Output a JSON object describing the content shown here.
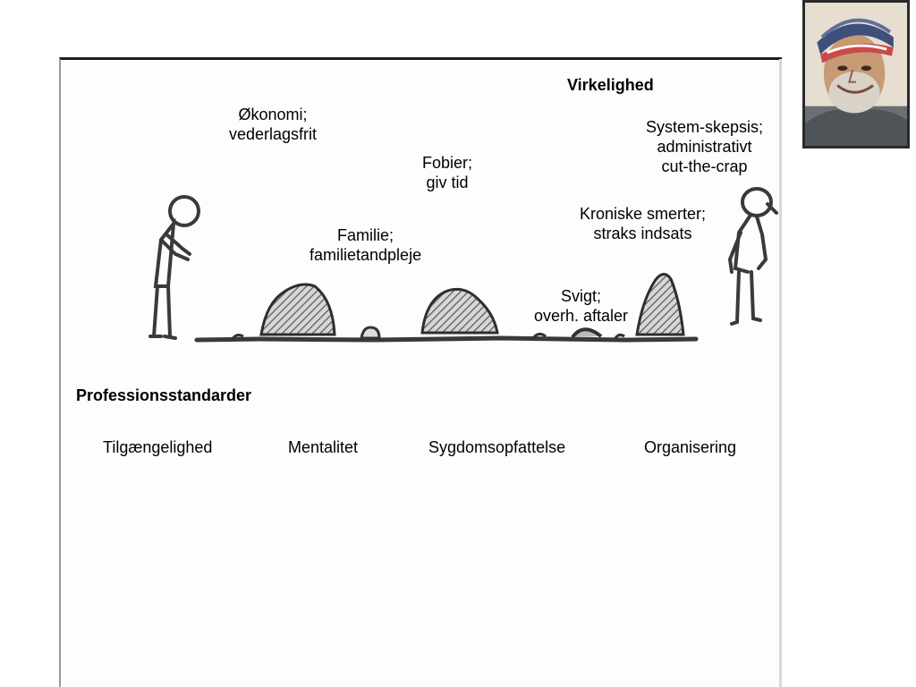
{
  "heading_top": "Virkelighed",
  "heading_bottom": "Professionsstandarder",
  "reality_labels": {
    "okonomi": "Økonomi;\nvederlagsfrit",
    "fobier": "Fobier;\ngiv tid",
    "familie": "Familie;\nfamilietandpleje",
    "system": "System-skepsis;\nadministrativt\ncut-the-crap",
    "kroniske": "Kroniske smerter;\nstraks indsats",
    "svigt": "Svigt;\noverh. aftaler"
  },
  "standards": [
    "Tilgængelighed",
    "Mentalitet",
    "Sygdomsopfattelse",
    "Organisering"
  ],
  "colors": {
    "ink": "#1a1a1a",
    "rock_shade": "#6f6f6f",
    "panel_border": "#1e1e1e"
  }
}
